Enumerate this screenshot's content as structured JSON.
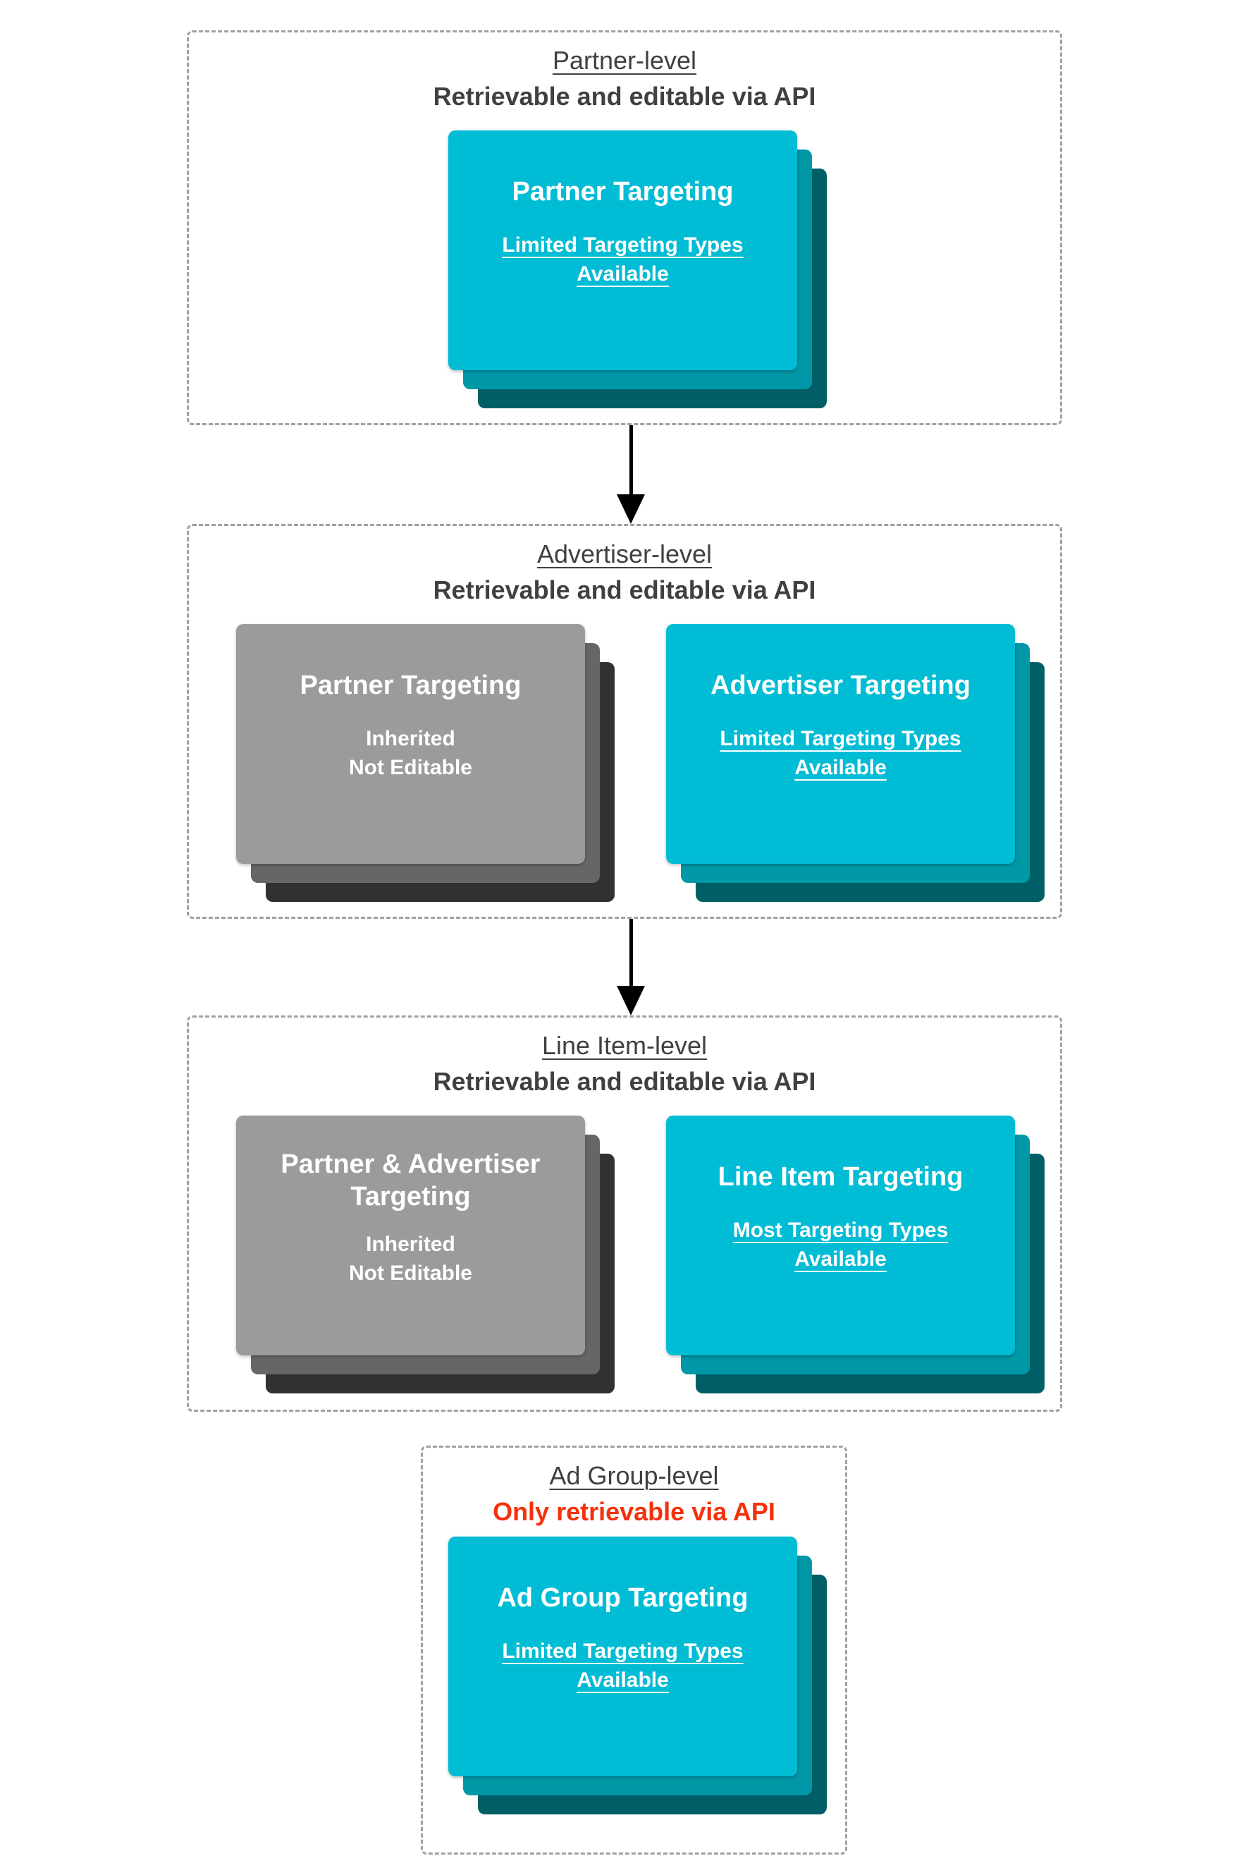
{
  "colors": {
    "teal_front": "#00BCD4",
    "teal_mid": "#0097A7",
    "teal_back": "#005F66",
    "gray_front": "#9B9B9B",
    "gray_mid": "#666666",
    "gray_back": "#313131",
    "header_text": "#404040",
    "red_text": "#F4310C",
    "dash_border": "#A0A0A0",
    "arrow": "#000000",
    "card_text": "#FFFFFF",
    "background": "#FFFFFF"
  },
  "sections": [
    {
      "header": {
        "level_label": "Partner-level",
        "api_note": "Retrievable and editable via API"
      },
      "cards": [
        {
          "variant": "teal",
          "title": "Partner Targeting",
          "subtitle": "Limited Targeting Types Available"
        }
      ]
    },
    {
      "header": {
        "level_label": "Advertiser-level",
        "api_note": "Retrievable and editable via API"
      },
      "cards": [
        {
          "variant": "gray",
          "title": "Partner Targeting",
          "subtitle": "Inherited\nNot Editable"
        },
        {
          "variant": "teal",
          "title": "Advertiser Targeting",
          "subtitle": "Limited Targeting Types Available"
        }
      ]
    },
    {
      "header": {
        "level_label": "Line Item-level",
        "api_note": "Retrievable and editable via API"
      },
      "cards": [
        {
          "variant": "gray",
          "title": "Partner & Advertiser Targeting",
          "subtitle": "Inherited\nNot Editable"
        },
        {
          "variant": "teal",
          "title": "Line Item Targeting",
          "subtitle": "Most Targeting Types Available"
        }
      ]
    },
    {
      "header": {
        "level_label": "Ad Group-level",
        "api_note": "Only retrievable via API"
      },
      "cards": [
        {
          "variant": "teal",
          "title": "Ad Group Targeting",
          "subtitle": "Limited Targeting Types Available"
        }
      ]
    }
  ]
}
